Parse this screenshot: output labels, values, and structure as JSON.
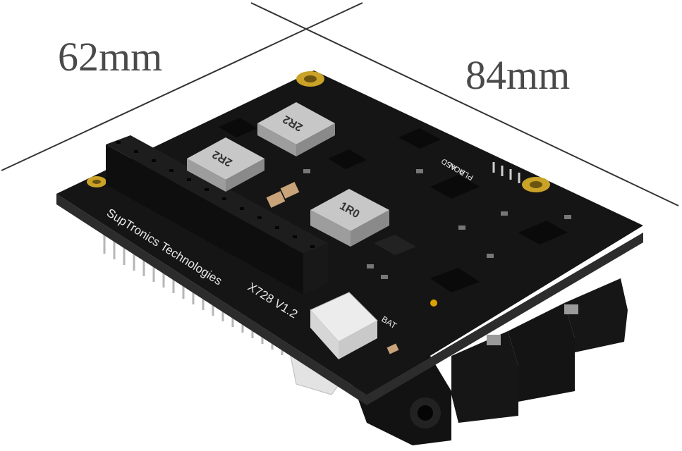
{
  "dimensions": {
    "width_label": "62mm",
    "length_label": "84mm"
  },
  "board": {
    "maker_silkscreen": "SupTronics Technologies",
    "model_silkscreen": "X728 V1.2",
    "battery_silkscreen": "BAT",
    "jumper_labels": [
      "PLD",
      "AON",
      "ASD"
    ],
    "inductor_labels": [
      "2R2",
      "2R2",
      "1R0"
    ]
  },
  "colors": {
    "pcb": "#141414",
    "pcb_edge": "#2a2a2a",
    "gold_pad": "#c9a227",
    "inductor": "#b9b9b9",
    "connector_white": "#eaeaea",
    "dimension_line": "#333333"
  }
}
